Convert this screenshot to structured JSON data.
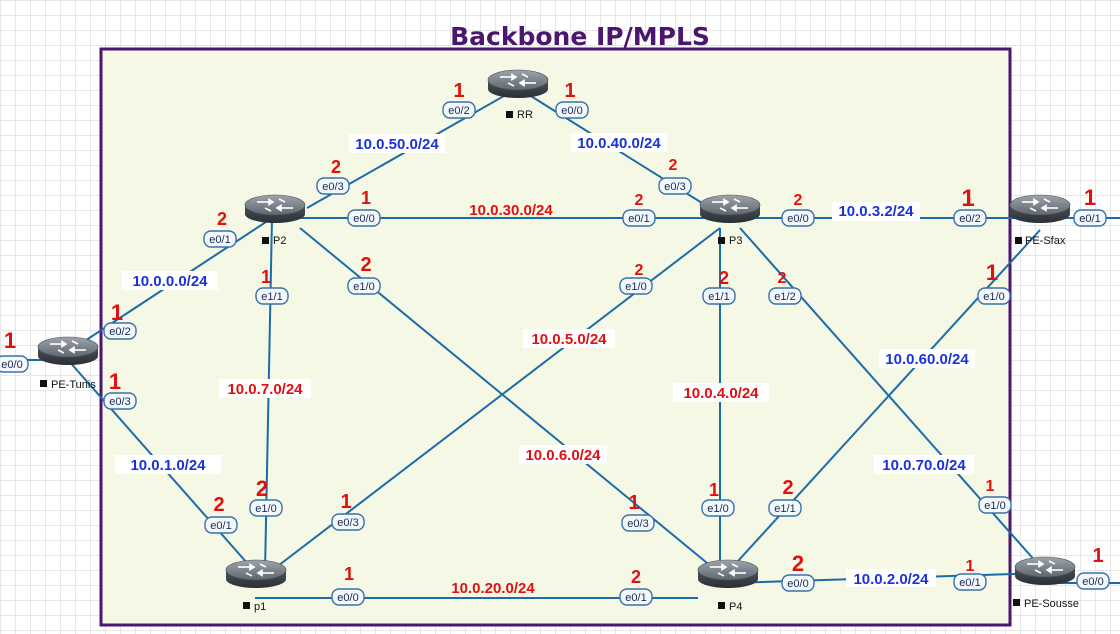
{
  "title": "Backbone IP/MPLS",
  "colors": {
    "frame_border": "#4b1670",
    "frame_fill": "#f5f8e4",
    "link": "#1a6ca8",
    "subnet_blue": "#1a32d9",
    "subnet_red": "#e01010",
    "cost": "#e01010"
  },
  "routers": {
    "rr": {
      "label": "RR",
      "icon": "router-icon"
    },
    "p2": {
      "label": "P2",
      "icon": "router-icon"
    },
    "p3": {
      "label": "P3",
      "icon": "router-icon"
    },
    "pe_tunis": {
      "label": "PE-Tunis",
      "icon": "router-icon"
    },
    "pe_sfax": {
      "label": "PE-Sfax",
      "icon": "router-icon"
    },
    "p1": {
      "label": "p1",
      "icon": "router-icon"
    },
    "p4": {
      "label": "P4",
      "icon": "router-icon"
    },
    "pe_sousse": {
      "label": "PE-Sousse",
      "icon": "router-icon"
    }
  },
  "subnets": {
    "n50": "10.0.50.0/24",
    "n40": "10.0.40.0/24",
    "n30": "10.0.30.0/24",
    "n32": "10.0.3.2/24",
    "n00": "10.0.0.0/24",
    "n50b": "10.0.5.0/24",
    "n60": "10.0.60.0/24",
    "n7": "10.0.7.0/24",
    "n4": "10.0.4.0/24",
    "n1": "10.0.1.0/24",
    "n6": "10.0.6.0/24",
    "n70": "10.0.70.0/24",
    "n20": "10.0.20.0/24",
    "n2": "10.0.2.0/24"
  },
  "ports": {
    "rr_e02": "e0/2",
    "rr_e00": "e0/0",
    "p2_e03": "e0/3",
    "p2_e01": "e0/1",
    "p2_e00": "e0/0",
    "p2_e10": "e1/0",
    "p2_e11": "e1/1",
    "p3_e03": "e0/3",
    "p3_e01": "e0/1",
    "p3_e00": "e0/0",
    "p3_e10": "e1/0",
    "p3_e11": "e1/1",
    "p3_e12": "e1/2",
    "sfax_e02": "e0/2",
    "sfax_e01": "e0/1",
    "sfax_e10": "e1/0",
    "tunis_e00": "e0/0",
    "tunis_e02": "e0/2",
    "tunis_e03": "e0/3",
    "p1_e01": "e0/1",
    "p1_e10": "e1/0",
    "p1_e03": "e0/3",
    "p1_e00": "e0/0",
    "p4_e03": "e0/3",
    "p4_e10": "e1/0",
    "p4_e11": "e1/1",
    "p4_e00": "e0/0",
    "p4_e01": "e0/1",
    "sousse_e10": "e1/0",
    "sousse_e01": "e0/1",
    "sousse_e00": "e0/0"
  },
  "costs": {
    "rr_e02": "1",
    "rr_e00": "1",
    "p2_e03": "2",
    "p2_e01": "2",
    "p2_e00": "1",
    "p2_e10": "2",
    "p2_e11": "1",
    "p3_e03": "2",
    "p3_e01": "2",
    "p3_e00": "2",
    "p3_e10": "2",
    "p3_e11": "2",
    "p3_e12": "2",
    "sfax_e02": "1",
    "sfax_e01": "1",
    "sfax_e10": "1",
    "tunis_e00": "1",
    "tunis_e02": "1",
    "tunis_e03": "1",
    "p1_e01": "2",
    "p1_e10": "2",
    "p1_e03": "1",
    "p1_e00": "1",
    "p4_e03": "1",
    "p4_e10": "1",
    "p4_e11": "2",
    "p4_e00": "2",
    "p4_e01": "2",
    "sousse_e10": "1",
    "sousse_e01": "1",
    "sousse_e00": "1"
  }
}
